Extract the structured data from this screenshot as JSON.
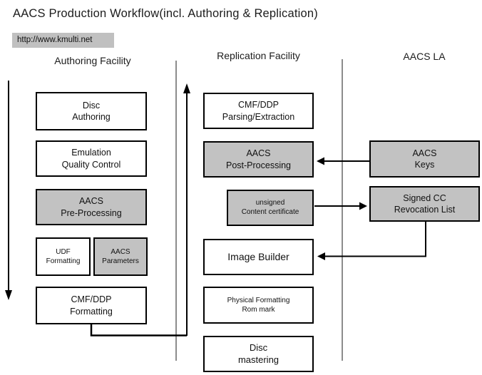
{
  "title": "AACS Production Workflow(incl. Authoring & Replication)",
  "url_bar": {
    "text": "http://www.kmulti.net"
  },
  "column_headers": {
    "authoring": "Authoring Facility",
    "replication": "Replication Facility",
    "aacs_la": "AACS LA"
  },
  "boxes": {
    "disc_authoring": {
      "line1": "Disc",
      "line2": "Authoring",
      "style": "white"
    },
    "emulation_quality_control": {
      "line1": "Emulation",
      "line2": "Quality Control",
      "style": "white"
    },
    "aacs_pre_processing": {
      "line1": "AACS",
      "line2": "Pre-Processing",
      "style": "gray"
    },
    "udf_formatting": {
      "line1": "UDF",
      "line2": "Formatting",
      "style": "white"
    },
    "aacs_parameters": {
      "line1": "AACS",
      "line2": "Parameters",
      "style": "gray"
    },
    "cmf_ddp_formatting": {
      "line1": "CMF/DDP",
      "line2": "Formatting",
      "style": "white"
    },
    "cmf_ddp_parsing": {
      "line1": "CMF/DDP",
      "line2": "Parsing/Extraction",
      "style": "white"
    },
    "aacs_post_processing": {
      "line1": "AACS",
      "line2": "Post-Processing",
      "style": "gray"
    },
    "unsigned_content_certificate": {
      "line1": "unsigned",
      "line2": "Content certificate",
      "style": "gray"
    },
    "image_builder": {
      "line1": "Image Builder",
      "style": "white"
    },
    "physical_formatting": {
      "line1": "Physical Formatting",
      "line2": "Rom mark",
      "style": "white"
    },
    "disc_mastering": {
      "line1": "Disc",
      "line2": "mastering",
      "style": "white"
    },
    "aacs_keys": {
      "line1": "AACS",
      "line2": "Keys",
      "style": "gray"
    },
    "signed_cc_revocation_list": {
      "line1": "Signed CC",
      "line2": "Revocation List",
      "style": "gray"
    }
  },
  "colors": {
    "box_fill_gray": "#c2c2c2",
    "box_fill_white": "#ffffff",
    "box_border": "#000000",
    "url_bar_bg": "#c0c0c0",
    "line": "#000000",
    "divider": "#404040",
    "text": "#111111"
  }
}
